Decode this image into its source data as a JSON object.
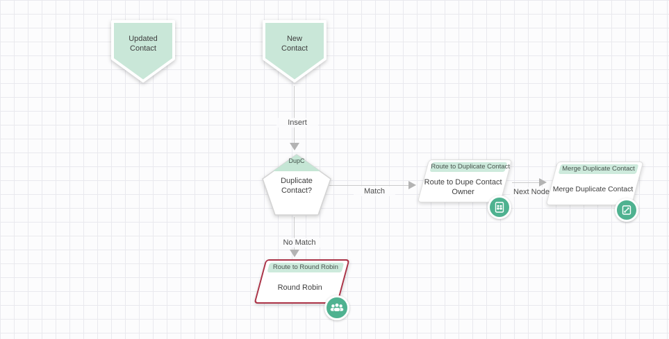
{
  "diagram": {
    "nodes": {
      "updated_contact": {
        "label": "Updated Contact"
      },
      "new_contact": {
        "label": "New Contact"
      },
      "duplicate_contact": {
        "tab": "DupC",
        "label": "Duplicate Contact?"
      },
      "route_dupe_owner": {
        "header": "Route to Duplicate Contact",
        "label": "Route to Dupe Contact Owner",
        "icon": "route-to-owner-icon"
      },
      "merge_duplicate": {
        "header": "Merge Duplicate Contact",
        "label": "Merge Duplicate Contact",
        "icon": "merge-contact-icon"
      },
      "round_robin": {
        "header": "Route to Round Robin",
        "label": "Round Robin",
        "icon": "round-robin-group-icon",
        "state": "error"
      }
    },
    "edges": {
      "insert": {
        "label": "Insert"
      },
      "match": {
        "label": "Match"
      },
      "next_node": {
        "label": "Next Node"
      },
      "no_match": {
        "label": "No Match"
      }
    },
    "colors": {
      "entry_fill": "#c9e7d8",
      "header_fill": "#cdeadc",
      "icon_green": "#4fb290",
      "error_red": "#ab3246",
      "edge_gray": "#cbcbcb",
      "text": "#3d3d3d"
    }
  }
}
